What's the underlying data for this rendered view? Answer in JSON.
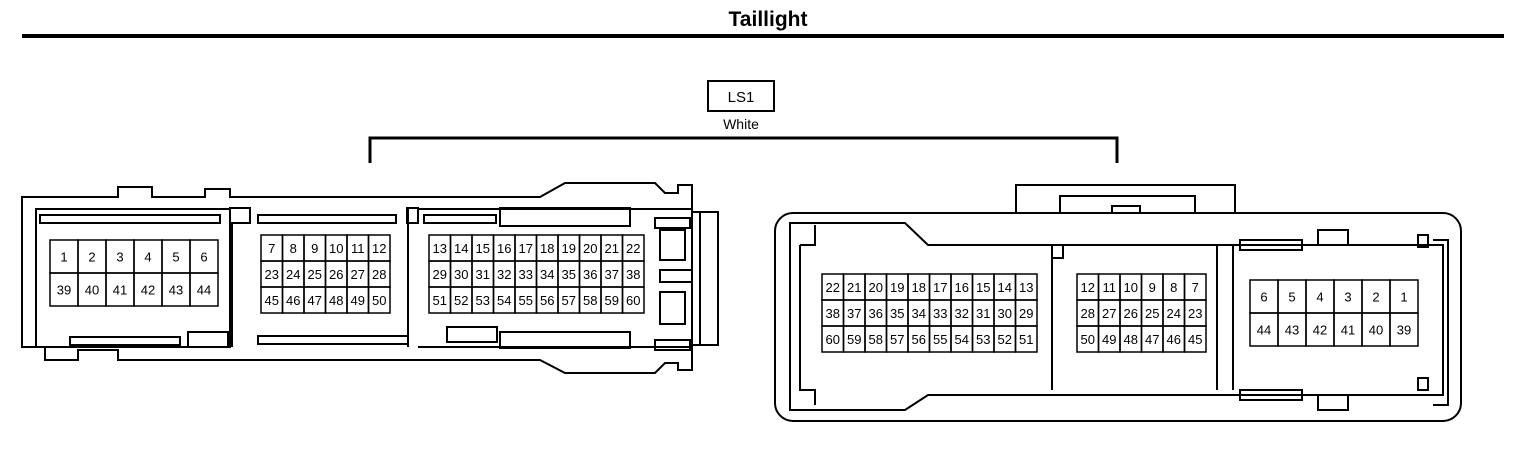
{
  "header": {
    "title": "Taillight"
  },
  "connector": {
    "code": "LS1",
    "color": "White"
  },
  "left_connector": {
    "group_a": [
      [
        "1",
        "2",
        "3",
        "4",
        "5",
        "6"
      ],
      [
        "39",
        "40",
        "41",
        "42",
        "43",
        "44"
      ]
    ],
    "group_b": [
      [
        "7",
        "8",
        "9",
        "10",
        "11",
        "12"
      ],
      [
        "23",
        "24",
        "25",
        "26",
        "27",
        "28"
      ],
      [
        "45",
        "46",
        "47",
        "48",
        "49",
        "50"
      ]
    ],
    "group_c": [
      [
        "13",
        "14",
        "15",
        "16",
        "17",
        "18",
        "19",
        "20",
        "21",
        "22"
      ],
      [
        "29",
        "30",
        "31",
        "32",
        "33",
        "34",
        "35",
        "36",
        "37",
        "38"
      ],
      [
        "51",
        "52",
        "53",
        "54",
        "55",
        "56",
        "57",
        "58",
        "59",
        "60"
      ]
    ]
  },
  "right_connector": {
    "group_c": [
      [
        "22",
        "21",
        "20",
        "19",
        "18",
        "17",
        "16",
        "15",
        "14",
        "13"
      ],
      [
        "38",
        "37",
        "36",
        "35",
        "34",
        "33",
        "32",
        "31",
        "30",
        "29"
      ],
      [
        "60",
        "59",
        "58",
        "57",
        "56",
        "55",
        "54",
        "53",
        "52",
        "51"
      ]
    ],
    "group_b": [
      [
        "12",
        "11",
        "10",
        "9",
        "8",
        "7"
      ],
      [
        "28",
        "27",
        "26",
        "25",
        "24",
        "23"
      ],
      [
        "50",
        "49",
        "48",
        "47",
        "46",
        "45"
      ]
    ],
    "group_a": [
      [
        "6",
        "5",
        "4",
        "3",
        "2",
        "1"
      ],
      [
        "44",
        "43",
        "42",
        "41",
        "40",
        "39"
      ]
    ]
  }
}
